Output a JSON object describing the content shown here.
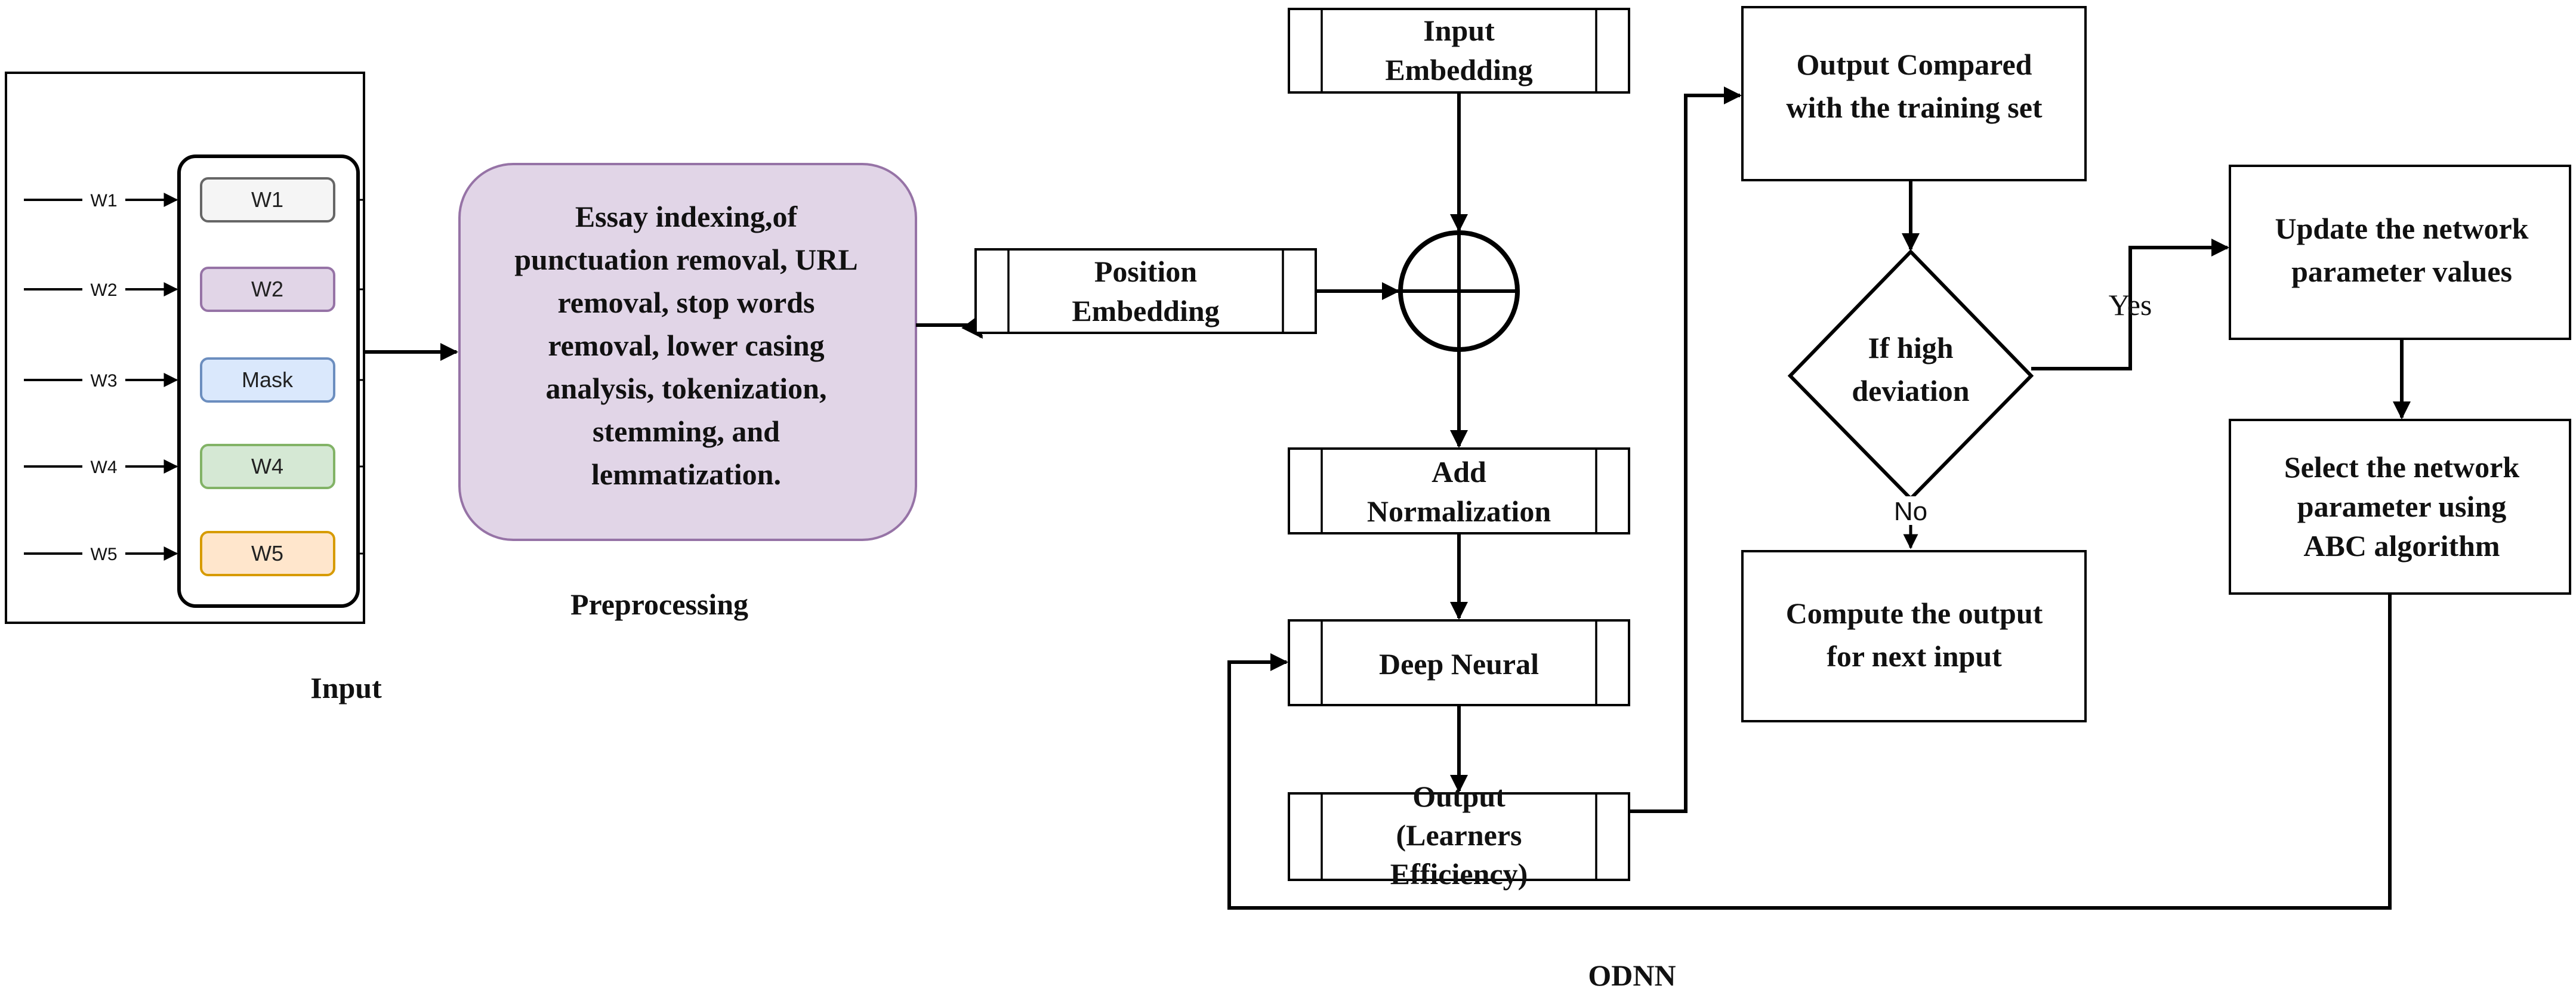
{
  "input": {
    "caption": "Input",
    "words": [
      {
        "arrow_label": "W1",
        "token": "W1",
        "fill": "#f5f5f5",
        "stroke": "#666666"
      },
      {
        "arrow_label": "W2",
        "token": "W2",
        "fill": "#e1d5e7",
        "stroke": "#9673a6"
      },
      {
        "arrow_label": "W3",
        "token": "Mask",
        "fill": "#dae8fc",
        "stroke": "#6c8ebf"
      },
      {
        "arrow_label": "W4",
        "token": "W4",
        "fill": "#d5e8d4",
        "stroke": "#82b366"
      },
      {
        "arrow_label": "W5",
        "token": "W5",
        "fill": "#ffe6cc",
        "stroke": "#d79b00"
      }
    ]
  },
  "preprocessing": {
    "caption": "Preprocessing",
    "lines": [
      "Essay indexing,of",
      "punctuation removal, URL",
      "removal, stop words",
      "removal, lower casing",
      "analysis, tokenization,",
      "stemming, and",
      "lemmatization."
    ],
    "fill": "#e1d5e7",
    "stroke": "#9673a6"
  },
  "odnn": {
    "caption": "ODNN",
    "input_embedding": [
      "Input",
      "Embedding"
    ],
    "position_embedding": [
      "Position",
      "Embedding"
    ],
    "add_normalization": [
      "Add",
      "Normalization"
    ],
    "deep_neural": [
      "Deep Neural"
    ],
    "output": [
      "Output",
      "(Learners",
      "Efficiency)"
    ]
  },
  "evaluation": {
    "compare": [
      "Output Compared",
      "with the training set"
    ],
    "decision": [
      "If high",
      "deviation"
    ],
    "yes_label": "Yes",
    "no_label": "No",
    "compute_next": [
      "Compute the output",
      "for next input"
    ],
    "update_params": [
      "Update the network",
      "parameter values"
    ],
    "select_params": [
      "Select the network",
      "parameter using",
      "ABC algorithm"
    ]
  }
}
